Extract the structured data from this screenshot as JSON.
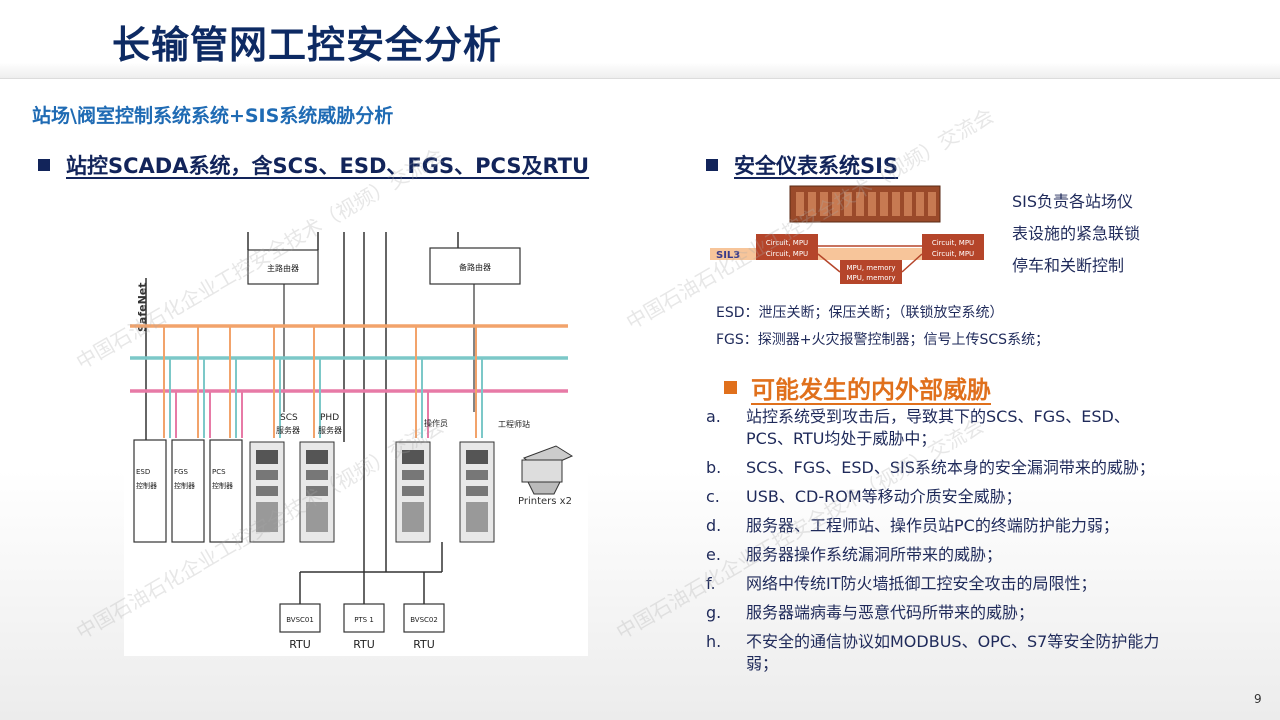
{
  "slide": {
    "title": "长输管网工控安全分析",
    "subtitle": "站场\\阀室控制系统系统+SIS系统威胁分析",
    "page_number": "9"
  },
  "left": {
    "heading": "站控SCADA系统，含SCS、ESD、FGS、PCS及RTU",
    "diagram": {
      "network_label": "SafeNet",
      "router_main": "主路由器",
      "router_backup": "备路由器",
      "server_scs": [
        "SCS",
        "服务器"
      ],
      "server_phd": [
        "PHD",
        "服务器"
      ],
      "operator": "操作员",
      "engineer": "工程师站",
      "printers": "Printers x2",
      "controllers": [
        {
          "name": "ESD",
          "sub": "控制器"
        },
        {
          "name": "FGS",
          "sub": "控制器"
        },
        {
          "name": "PCS",
          "sub": "控制器"
        }
      ],
      "rtus": [
        {
          "name": "BVSC01",
          "label": "RTU"
        },
        {
          "name": "PTS 1",
          "label": "RTU"
        },
        {
          "name": "BVSC02",
          "label": "RTU"
        }
      ]
    }
  },
  "right": {
    "heading": "安全仪表系统SIS",
    "sis_image": {
      "sil": "SIL3",
      "cpu1": "Circuit, MPU",
      "cpu2": "Circuit, MPU",
      "mem1": "MPU, memory",
      "mem2": "MPU, memory"
    },
    "sis_desc": [
      "SIS负责各站场仪",
      "表设施的紧急联锁",
      "停车和关断控制"
    ],
    "esd_note": "ESD：泄压关断；保压关断；（联锁放空系统）",
    "fgs_note": "FGS：探测器+火灾报警控制器；信号上传SCS系统；",
    "threat_heading": "可能发生的内外部威胁",
    "threats": [
      {
        "marker": "a.",
        "text": "站控系统受到攻击后，导致其下的SCS、FGS、ESD、PCS、RTU均处于威胁中；"
      },
      {
        "marker": "b.",
        "text": "SCS、FGS、ESD、SIS系统本身的安全漏洞带来的威胁；"
      },
      {
        "marker": "c.",
        "text": "USB、CD-ROM等移动介质安全威胁；"
      },
      {
        "marker": "d.",
        "text": "服务器、工程师站、操作员站PC的终端防护能力弱；"
      },
      {
        "marker": "e.",
        "text": "服务器操作系统漏洞所带来的威胁；"
      },
      {
        "marker": "f.",
        "text": "网络中传统IT防火墙抵御工控安全攻击的局限性；"
      },
      {
        "marker": "g.",
        "text": "服务器端病毒与恶意代码所带来的威胁；"
      },
      {
        "marker": "h.",
        "text": "不安全的通信协议如MODBUS、OPC、S7等安全防护能力弱；"
      }
    ]
  },
  "watermark": "中国石油石化企业工控安全技术（视频）交流会",
  "colors": {
    "title": "#0d2a63",
    "subtitle": "#1f6bb4",
    "threat_heading": "#e0701c",
    "net_orange": "#f2a36b",
    "net_teal": "#7cc8c8",
    "net_pink": "#e77aa6"
  }
}
